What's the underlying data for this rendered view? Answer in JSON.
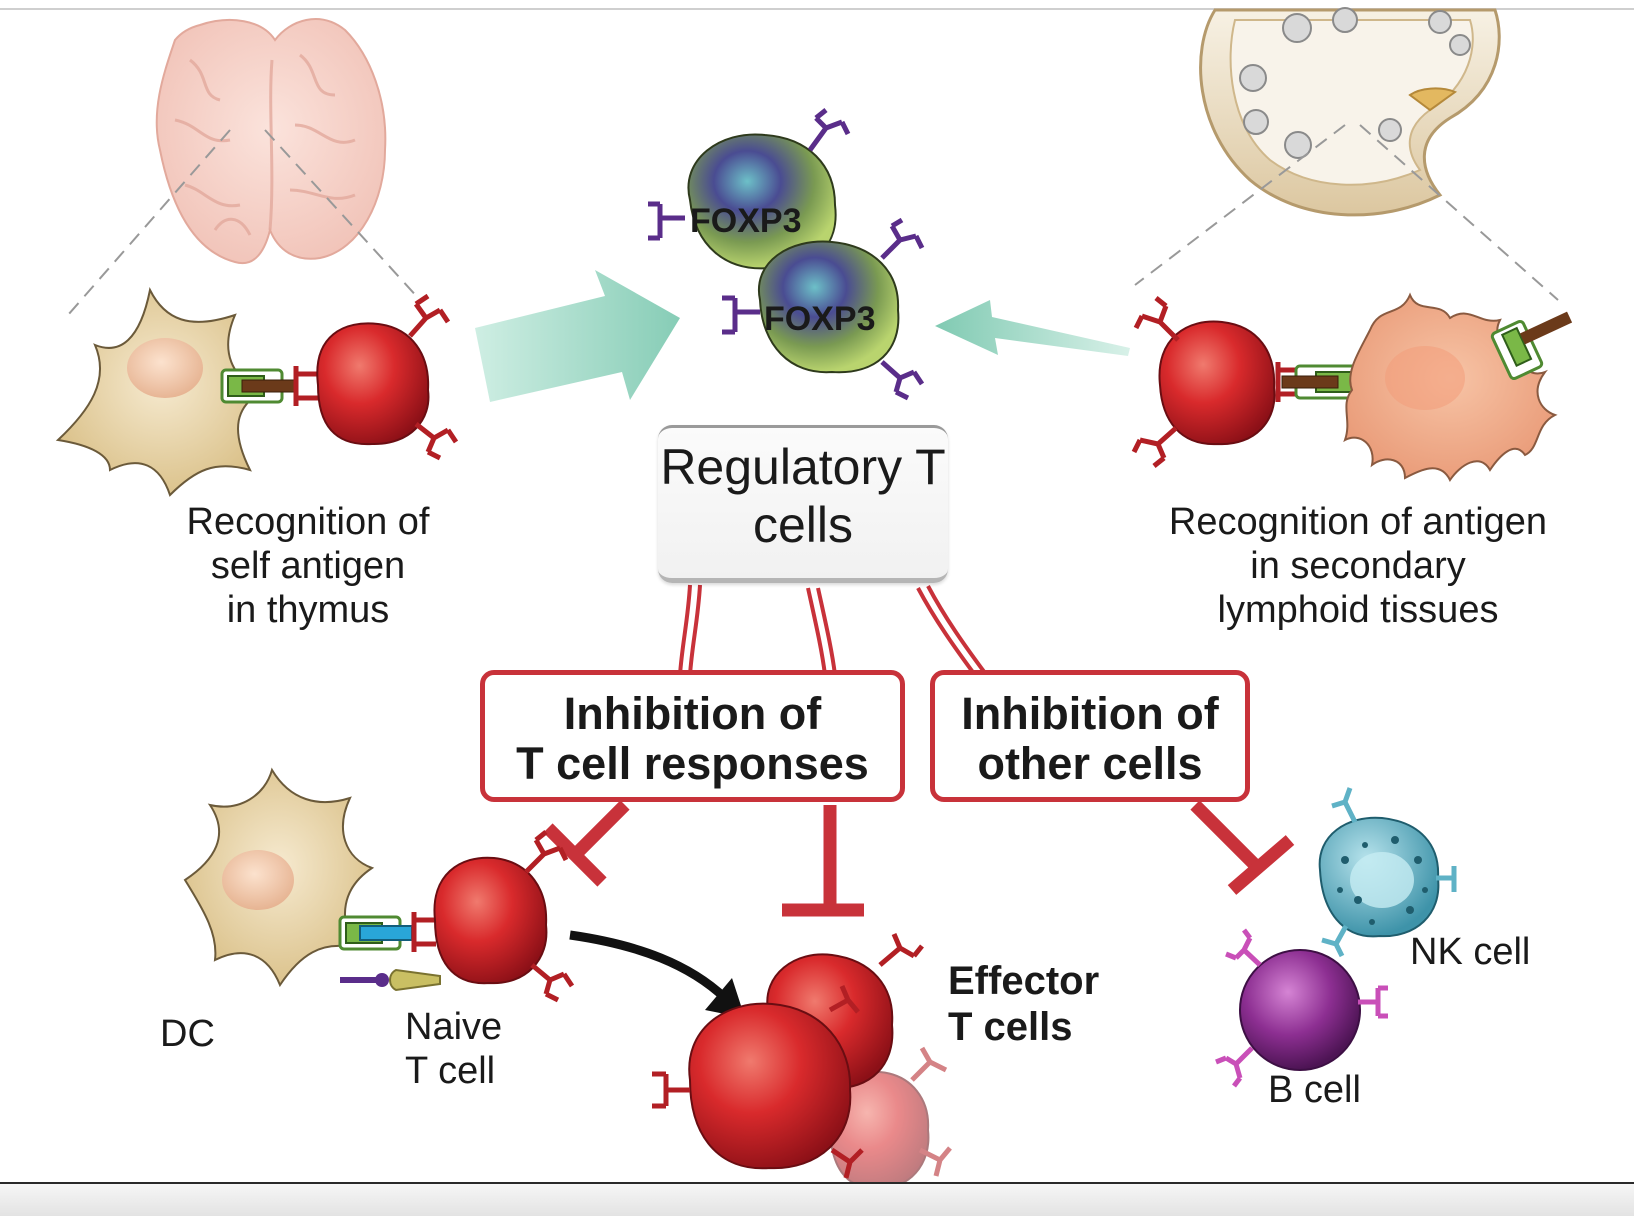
{
  "regulatory_label": [
    "Regulatory",
    "T cells"
  ],
  "foxp3_labels": [
    "FOXP3",
    "FOXP3"
  ],
  "left_caption": [
    "Recognition of",
    "self antigen",
    "in thymus"
  ],
  "right_caption": [
    "Recognition of antigen",
    "in secondary",
    "lymphoid tissues"
  ],
  "inhibition_t_cell": [
    "Inhibition of",
    "T cell responses"
  ],
  "inhibition_other": [
    "Inhibition of",
    "other cells"
  ],
  "dc_label": "DC",
  "naive_label": [
    "Naive",
    "T cell"
  ],
  "effector_label": [
    "Effector",
    "T cells"
  ],
  "nk_label": "NK cell",
  "b_label": "B cell",
  "colors": {
    "inhibition_red": "#c8323a",
    "arrow_teal": "#8fd0bb",
    "t_cell_red": "#d4262c",
    "dendritic_tan": "#e8d4a6",
    "treg_green": "#9cc45a",
    "nk_teal": "#5fb2c6",
    "b_cell_purple": "#8a2d8f",
    "receptor_purple": "#5a2d8a"
  }
}
